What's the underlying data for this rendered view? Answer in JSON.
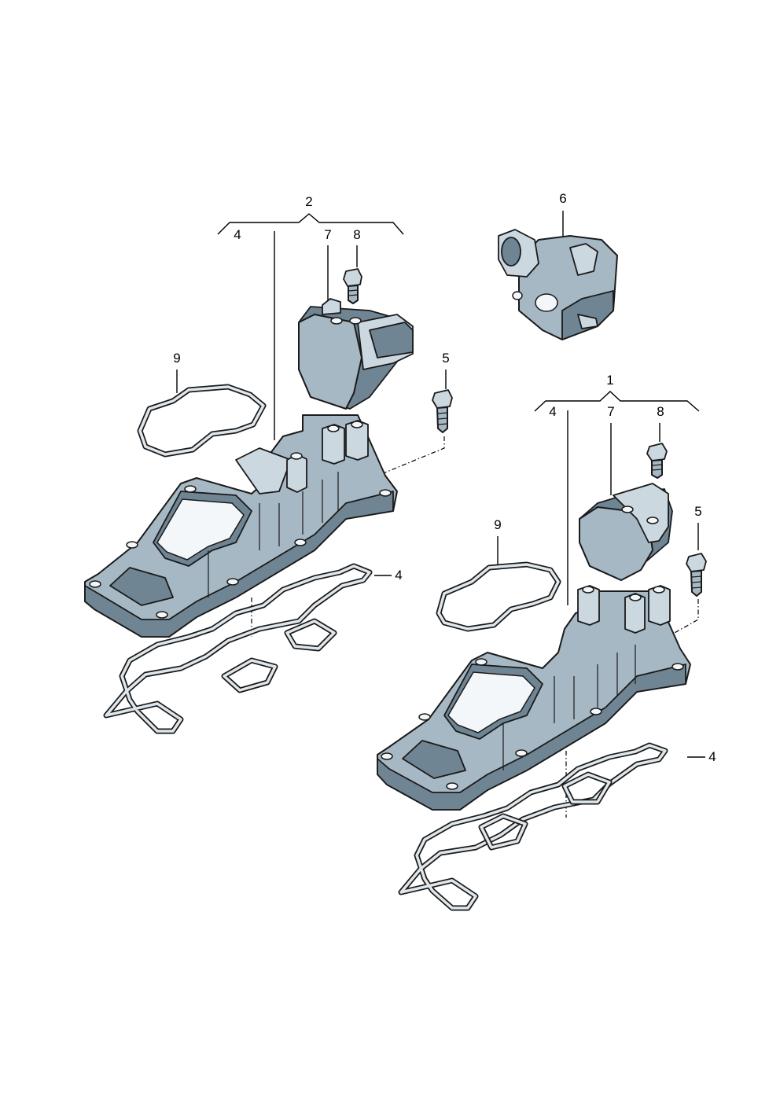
{
  "diagram": {
    "callouts": {
      "assembly_left": "2",
      "assembly_right": "1",
      "throttle_unit": "6",
      "left_gasket_top": "9",
      "left_bolt": "5",
      "left_bracket_4": "4",
      "left_bracket_7": "7",
      "left_bracket_8": "8",
      "left_gasket_bottom": "4",
      "right_gasket_top": "9",
      "right_bolt": "5",
      "right_bracket_4": "4",
      "right_bracket_7": "7",
      "right_bracket_8": "8",
      "right_gasket_bottom": "4"
    }
  }
}
